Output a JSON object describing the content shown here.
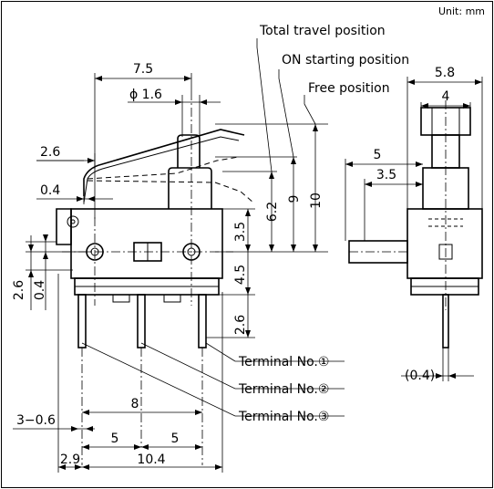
{
  "unit_label": "Unit: mm",
  "labels": {
    "total_travel": "Total travel position",
    "on_starting": "ON starting position",
    "free_position": "Free position",
    "terminal_1": "Terminal No.①",
    "terminal_2": "Terminal No.②",
    "terminal_3": "Terminal No.③"
  },
  "dimensions": {
    "d_7_5": "7.5",
    "d_phi_1_6": "ϕ 1.6",
    "d_2_6_top": "2.6",
    "d_0_4_top": "0.4",
    "d_6_2": "6.2",
    "d_9": "9",
    "d_10": "10",
    "d_3_5_v": "3.5",
    "d_4_5": "4.5",
    "d_2_6_v": "2.6",
    "d_2_6_left": "2.6",
    "d_0_4_left": "0.4",
    "d_8": "8",
    "d_3_0_6": "3−0.6",
    "d_5_a": "5",
    "d_5_b": "5",
    "d_2_9": "2.9",
    "d_10_4": "10.4",
    "d_5_8": "5.8",
    "d_4": "4",
    "d_5_side": "5",
    "d_3_5_side": "3.5",
    "d_0_4_side": "(0.4)"
  }
}
